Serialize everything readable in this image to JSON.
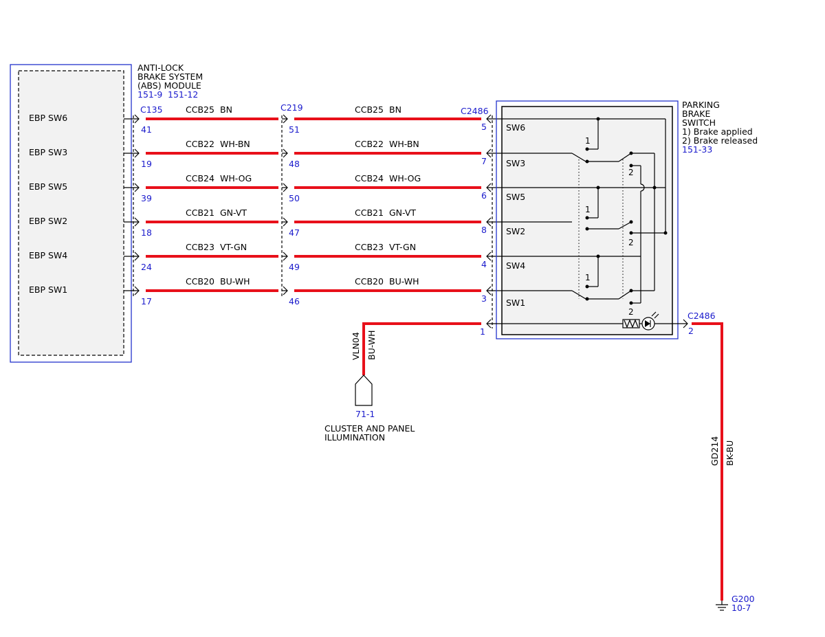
{
  "colors": {
    "wire": "#e8101a",
    "outline": "#2233cc",
    "label_blue": "#1a1acc"
  },
  "abs_module": {
    "title_lines": [
      "ANTI-LOCK",
      "BRAKE SYSTEM",
      "(ABS) MODULE"
    ],
    "refs": [
      "151-9",
      "151-12"
    ],
    "connector": "C135"
  },
  "inline_connector": "C219",
  "switch_connector": "C2486",
  "parking_brake": {
    "title_lines": [
      "PARKING",
      "BRAKE",
      "SWITCH",
      "1) Brake applied",
      "2) Brake released"
    ],
    "ref": "151-33"
  },
  "circuits": [
    {
      "signal": "EBP SW6",
      "wire_id": "CCB25",
      "color": "BN",
      "pin_abs": "41",
      "pin_c219": "51",
      "pin_sw": "5",
      "sw": "SW6"
    },
    {
      "signal": "EBP SW3",
      "wire_id": "CCB22",
      "color": "WH-BN",
      "pin_abs": "19",
      "pin_c219": "48",
      "pin_sw": "7",
      "sw": "SW3"
    },
    {
      "signal": "EBP SW5",
      "wire_id": "CCB24",
      "color": "WH-OG",
      "pin_abs": "39",
      "pin_c219": "50",
      "pin_sw": "6",
      "sw": "SW5"
    },
    {
      "signal": "EBP SW2",
      "wire_id": "CCB21",
      "color": "GN-VT",
      "pin_abs": "18",
      "pin_c219": "47",
      "pin_sw": "8",
      "sw": "SW2"
    },
    {
      "signal": "EBP SW4",
      "wire_id": "CCB23",
      "color": "VT-GN",
      "pin_abs": "24",
      "pin_c219": "49",
      "pin_sw": "4",
      "sw": "SW4"
    },
    {
      "signal": "EBP SW1",
      "wire_id": "CCB20",
      "color": "BU-WH",
      "pin_abs": "17",
      "pin_c219": "46",
      "pin_sw": "3",
      "sw": "SW1"
    }
  ],
  "switch_positions": [
    "1",
    "2"
  ],
  "illumination": {
    "pin": "1",
    "wire_id": "VLN04",
    "color": "BU-WH",
    "ref": "71-1",
    "label_lines": [
      "CLUSTER AND PANEL",
      "ILLUMINATION"
    ]
  },
  "ground": {
    "connector": "C2486",
    "pin": "2",
    "wire_id": "GD214",
    "color": "BK-BU",
    "name": "G200",
    "ref": "10-7"
  }
}
